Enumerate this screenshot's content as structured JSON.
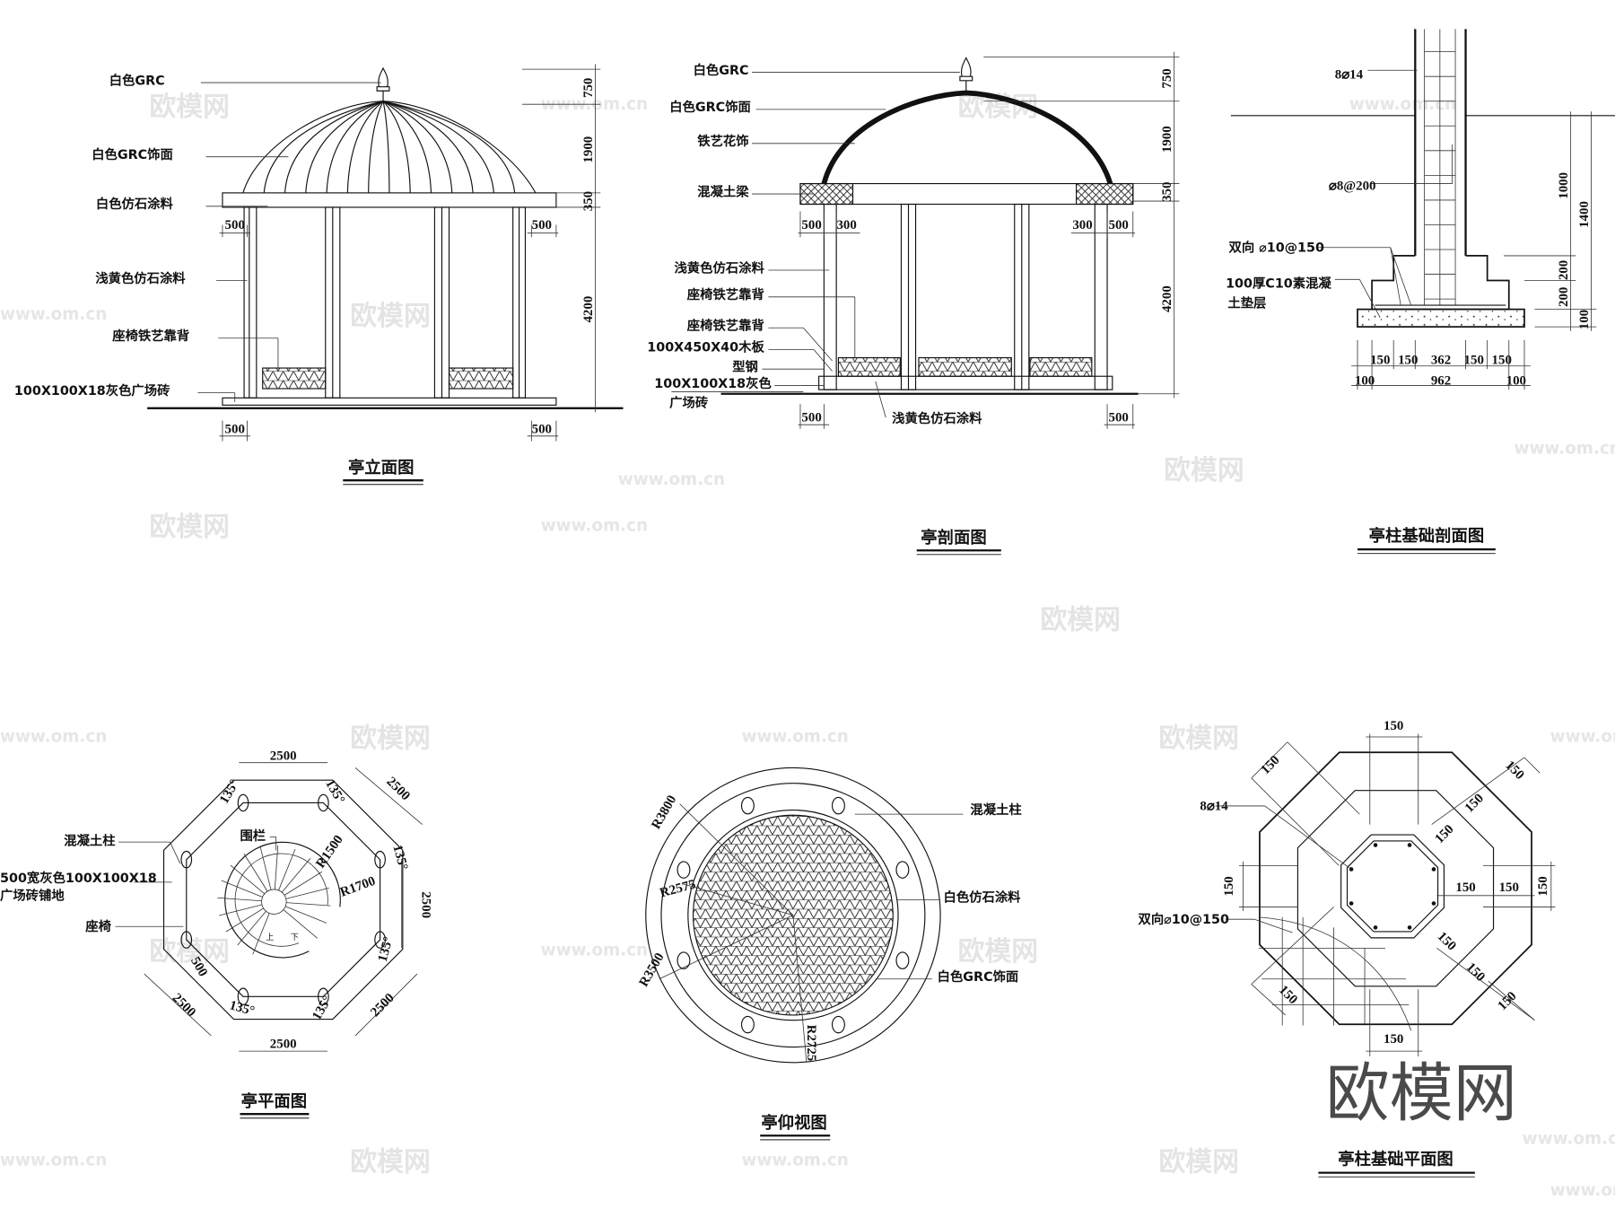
{
  "watermark": {
    "brand": "欧模网",
    "url": "www.om.cn"
  },
  "elevation": {
    "title": "亭立面图",
    "labels": [
      "白色GRC",
      "白色GRC饰面",
      "白色仿石涂料",
      "浅黄色仿石涂料",
      "座椅铁艺靠背",
      "100X100X18灰色广场砖"
    ],
    "vdims": [
      "750",
      "1900",
      "350",
      "4200"
    ],
    "hdims": [
      "500",
      "500",
      "500",
      "500"
    ]
  },
  "section": {
    "title": "亭剖面图",
    "labels": [
      "白色GRC",
      "白色GRC饰面",
      "铁艺花饰",
      "混凝土梁",
      "浅黄色仿石涂料",
      "座椅铁艺靠背",
      "座椅铁艺靠背",
      "100X450X40木板",
      "型钢",
      "100X100X18灰色",
      "广场砖",
      "浅黄色仿石涂料"
    ],
    "vdims": [
      "750",
      "1900",
      "350",
      "4200"
    ],
    "hdims": [
      "500",
      "300",
      "300",
      "500",
      "500",
      "500"
    ]
  },
  "footing_section": {
    "title": "亭柱基础剖面图",
    "labels": [
      "8⌀14",
      "⌀8@200",
      "双向 ⌀10@150",
      "100厚C10素混凝",
      "土垫层"
    ],
    "vdims": [
      "1000",
      "1400",
      "200",
      "200",
      "100"
    ],
    "bottom_row1": [
      "150",
      "150",
      "362",
      "150",
      "150"
    ],
    "bottom_row2": [
      "100",
      "962",
      "100"
    ]
  },
  "plan": {
    "title": "亭平面图",
    "labels": [
      "混凝土柱",
      "500宽灰色100X100X18",
      "广场砖铺地",
      "座椅",
      "围栏",
      "R1500",
      "R1700",
      "上",
      "下"
    ],
    "dims": [
      "2500",
      "2500",
      "2500",
      "2500",
      "2500",
      "2500",
      "500"
    ],
    "angles": [
      "135°",
      "135°",
      "135°",
      "135°",
      "135°",
      "135°"
    ]
  },
  "ceiling": {
    "title": "亭仰视图",
    "labels": [
      "混凝土柱",
      "白色仿石涂料",
      "白色GRC饰面"
    ],
    "radii": [
      "R3800",
      "R2575",
      "R3500",
      "R2725"
    ]
  },
  "footing_plan": {
    "title": "亭柱基础平面图",
    "labels": [
      "8⌀14",
      "双向⌀10@150"
    ],
    "dims": [
      "150",
      "150",
      "150",
      "150",
      "150",
      "150",
      "150",
      "150",
      "150",
      "150",
      "150",
      "150",
      "150",
      "150"
    ]
  }
}
